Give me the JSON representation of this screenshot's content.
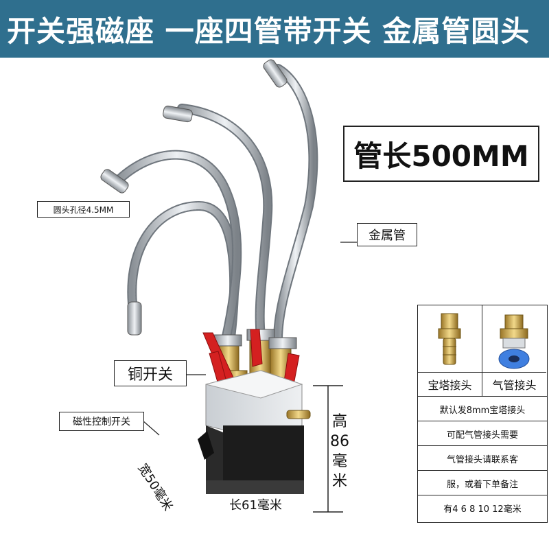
{
  "banner": {
    "title": "开关强磁座  一座四管带开关  金属管圆头"
  },
  "labels": {
    "pipe_length": "管长500MM",
    "hole_diameter": "圆头孔径4.5MM",
    "metal_pipe": "金属管",
    "copper_switch": "铜开关",
    "magnetic_switch": "磁性控制开关"
  },
  "dimensions": {
    "height": "高86毫米",
    "length": "长61毫米",
    "width": "宽50毫米"
  },
  "side_table": {
    "fittings": [
      {
        "name": "宝塔接头",
        "icon": "barb-fitting-icon"
      },
      {
        "name": "气管接头",
        "icon": "push-fitting-icon"
      }
    ],
    "notes": [
      "默认发8mm宝塔接头",
      "可配气管接头需要",
      "气管接头请联系客",
      "服，或着下单备注",
      "有4 6 8 10 12毫米"
    ]
  },
  "colors": {
    "banner": "#2f6f8e",
    "handle_red": "#d42020",
    "brass": "#c9a24a",
    "metal": "#b9bfc6",
    "magnet_base": "#1c1c1c",
    "fitting_blue": "#3f7fe0"
  }
}
